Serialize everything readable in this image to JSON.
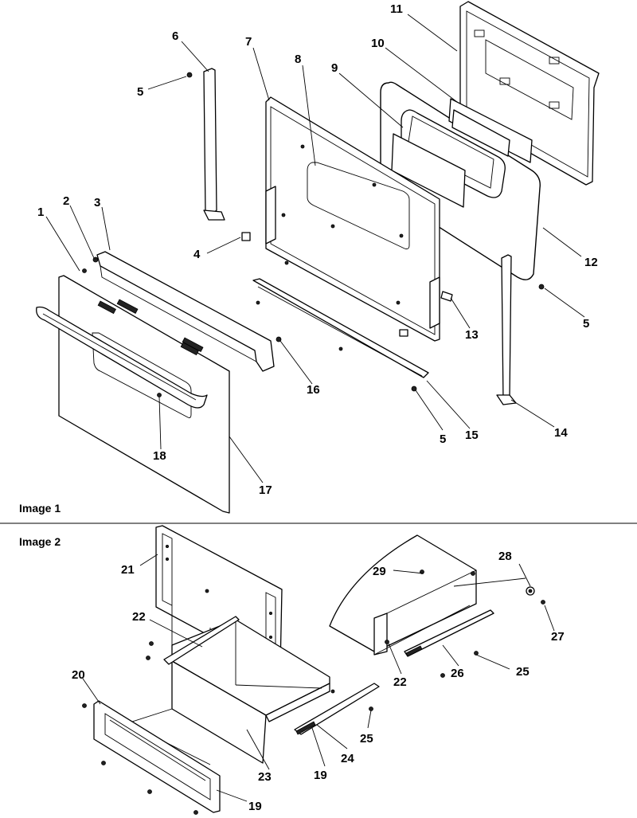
{
  "sections": [
    {
      "label": "Image 1"
    },
    {
      "label": "Image 2"
    }
  ],
  "callouts": {
    "c1": "1",
    "c2": "2",
    "c3": "3",
    "c4": "4",
    "c5a": "5",
    "c5b": "5",
    "c5c": "5",
    "c6": "6",
    "c7": "7",
    "c8": "8",
    "c9": "9",
    "c10": "10",
    "c11": "11",
    "c12": "12",
    "c13": "13",
    "c14": "14",
    "c15": "15",
    "c16": "16",
    "c17": "17",
    "c18": "18",
    "c19a": "19",
    "c19b": "19",
    "c20": "20",
    "c21": "21",
    "c22a": "22",
    "c22b": "22",
    "c23": "23",
    "c24": "24",
    "c25a": "25",
    "c25b": "25",
    "c26": "26",
    "c27": "27",
    "c28": "28",
    "c29": "29"
  }
}
